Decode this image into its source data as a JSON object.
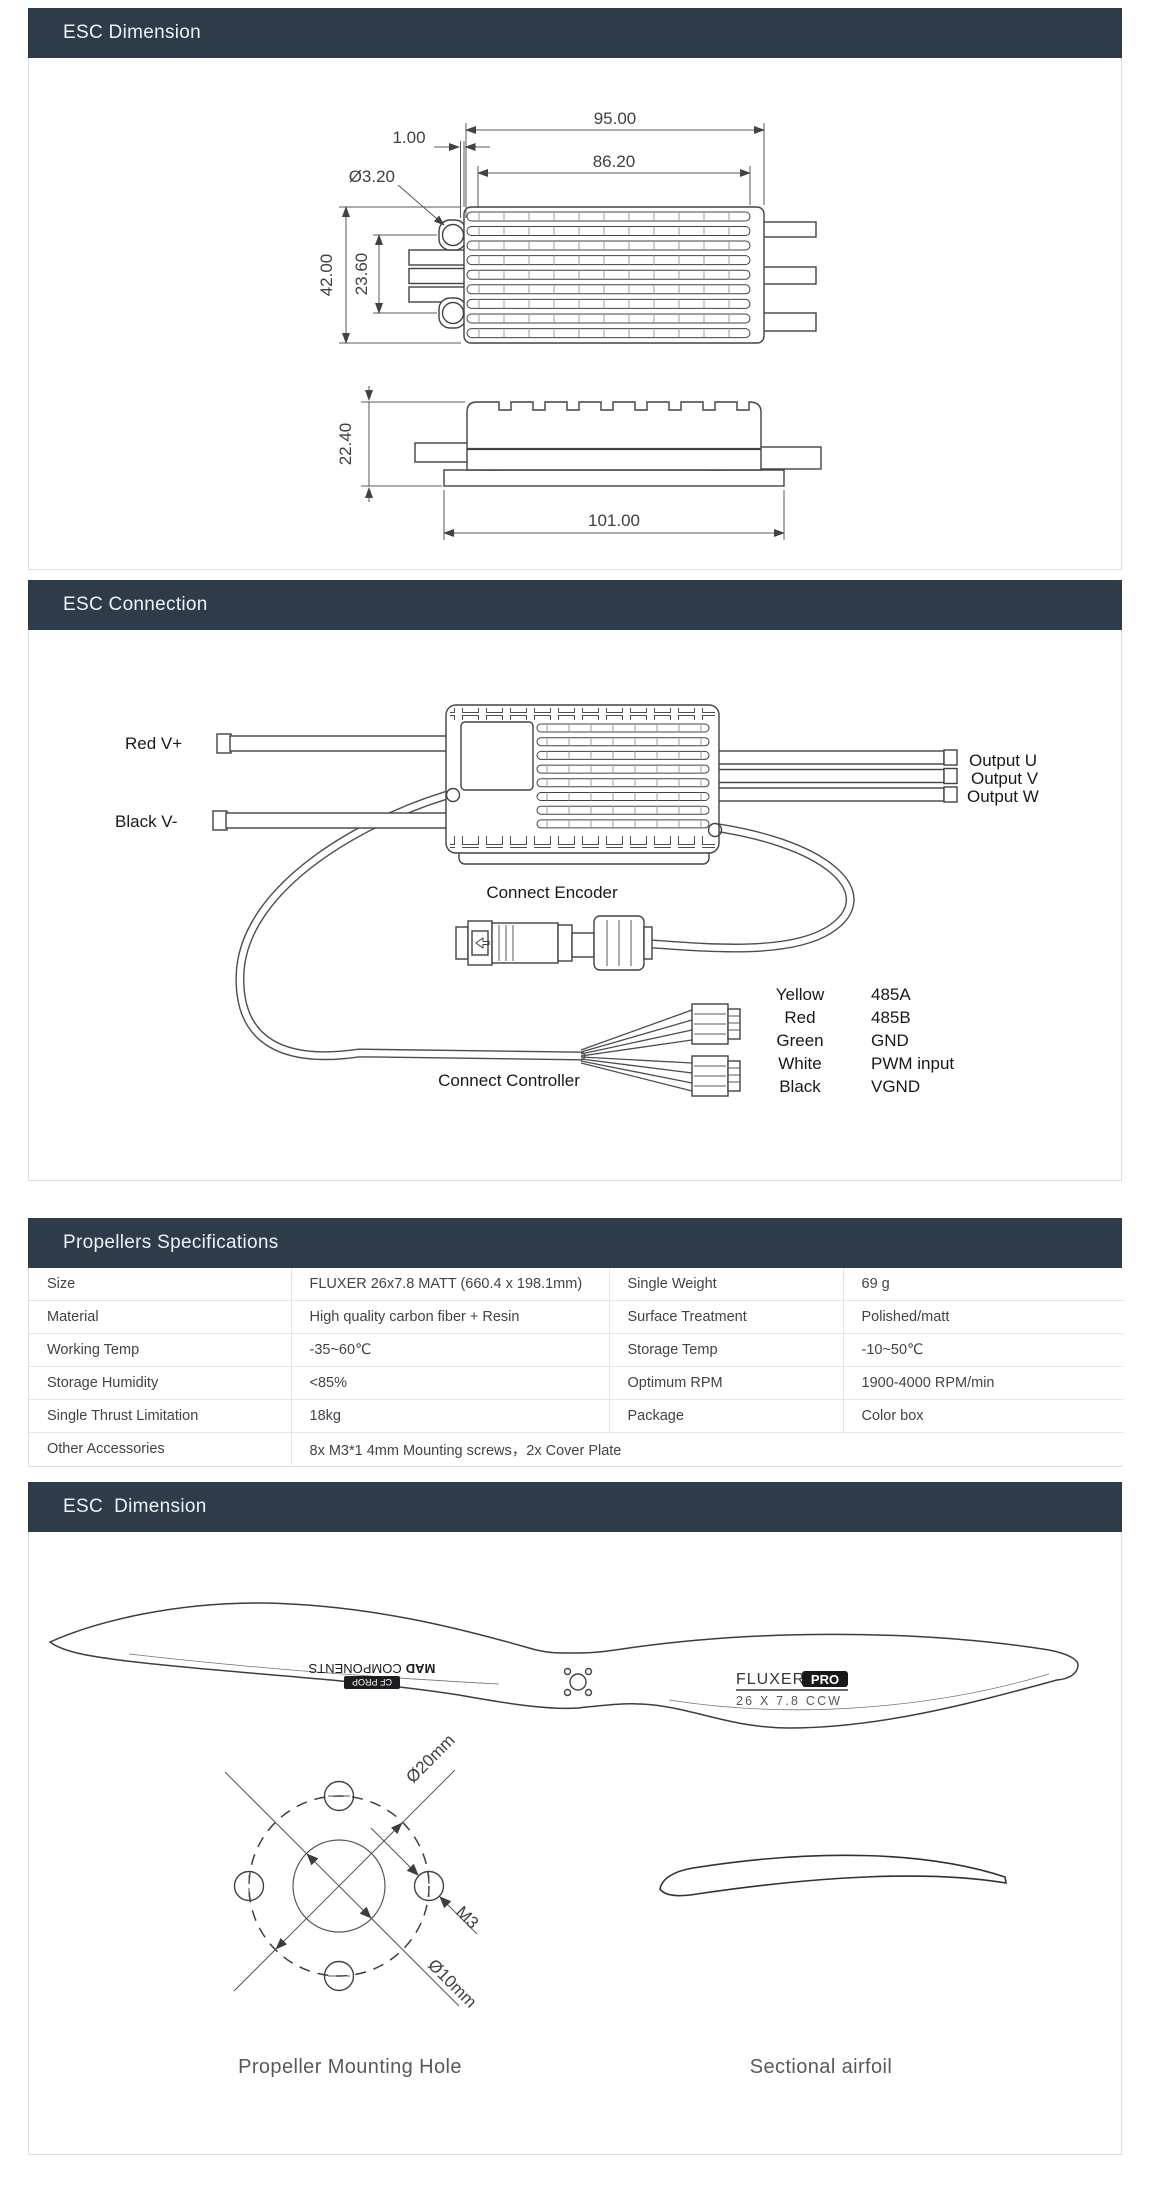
{
  "sections": {
    "s1": {
      "title": "ESC Dimension"
    },
    "s2": {
      "title": "ESC Connection"
    },
    "s3": {
      "title": "Propellers Specifications"
    },
    "s4": {
      "title": "ESC  Dimension"
    }
  },
  "dims": {
    "d95": "95.00",
    "d1": "1.00",
    "d86": "86.20",
    "dhole": "Ø3.20",
    "d42": "42.00",
    "d236": "23.60",
    "d224": "22.40",
    "d101": "101.00"
  },
  "conn": {
    "red": "Red V+",
    "black": "Black V-",
    "u": "Output U",
    "v": "Output V",
    "w": "Output W",
    "encoder": "Connect Encoder",
    "controller": "Connect Controller",
    "wires": [
      {
        "color": "Yellow",
        "signal": "485A"
      },
      {
        "color": "Red",
        "signal": "485B"
      },
      {
        "color": "Green",
        "signal": "GND"
      },
      {
        "color": "White",
        "signal": "PWM input"
      },
      {
        "color": "Black",
        "signal": "VGND"
      }
    ]
  },
  "specs": {
    "rows": [
      {
        "k1": "Size",
        "v1": "FLUXER 26x7.8 MATT  (660.4 x 198.1mm)",
        "k2": "Single Weight",
        "v2": "69 g"
      },
      {
        "k1": "Material",
        "v1": "High quality carbon fiber + Resin",
        "k2": "Surface Treatment",
        "v2": "Polished/matt"
      },
      {
        "k1": "Working Temp",
        "v1": "-35~60℃",
        "k2": "Storage Temp",
        "v2": "-10~50℃"
      },
      {
        "k1": "Storage Humidity",
        "v1": "<85%",
        "k2": "Optimum RPM",
        "v2": "1900-4000 RPM/min"
      },
      {
        "k1": "Single Thrust Limitation",
        "v1": "18kg",
        "k2": "Package",
        "v2": "Color box"
      }
    ],
    "other": {
      "k": "Other Accessories",
      "v": "8x M3*1 4mm Mounting screws，2x Cover Plate"
    }
  },
  "prop": {
    "left_bold": "MAD",
    "left_rest": "COMPONENTS",
    "left_badge": "CF PROP",
    "right_name": "FLUXER",
    "right_badge": "PRO",
    "right_size": "26 X 7.8 CCW",
    "d20": "Ø20mm",
    "m3": "M3",
    "d10": "Ø10mm",
    "cap_mount": "Propeller Mounting Hole",
    "cap_airfoil": "Sectional airfoil"
  }
}
